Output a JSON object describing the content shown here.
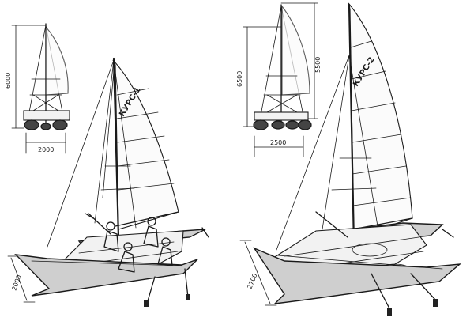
{
  "figures": [
    {
      "name": "КУРС-1",
      "sail_label": "КУРС-1",
      "dims": {
        "mast_height": "6000",
        "beam_front": "2000",
        "beam_side": "2000"
      }
    },
    {
      "name": "КУРС-2",
      "sail_label": "КУРС-2",
      "dims": {
        "mast_height": "6500",
        "sail_height": "5500",
        "beam_front": "2500",
        "beam_side": "2700"
      }
    }
  ]
}
